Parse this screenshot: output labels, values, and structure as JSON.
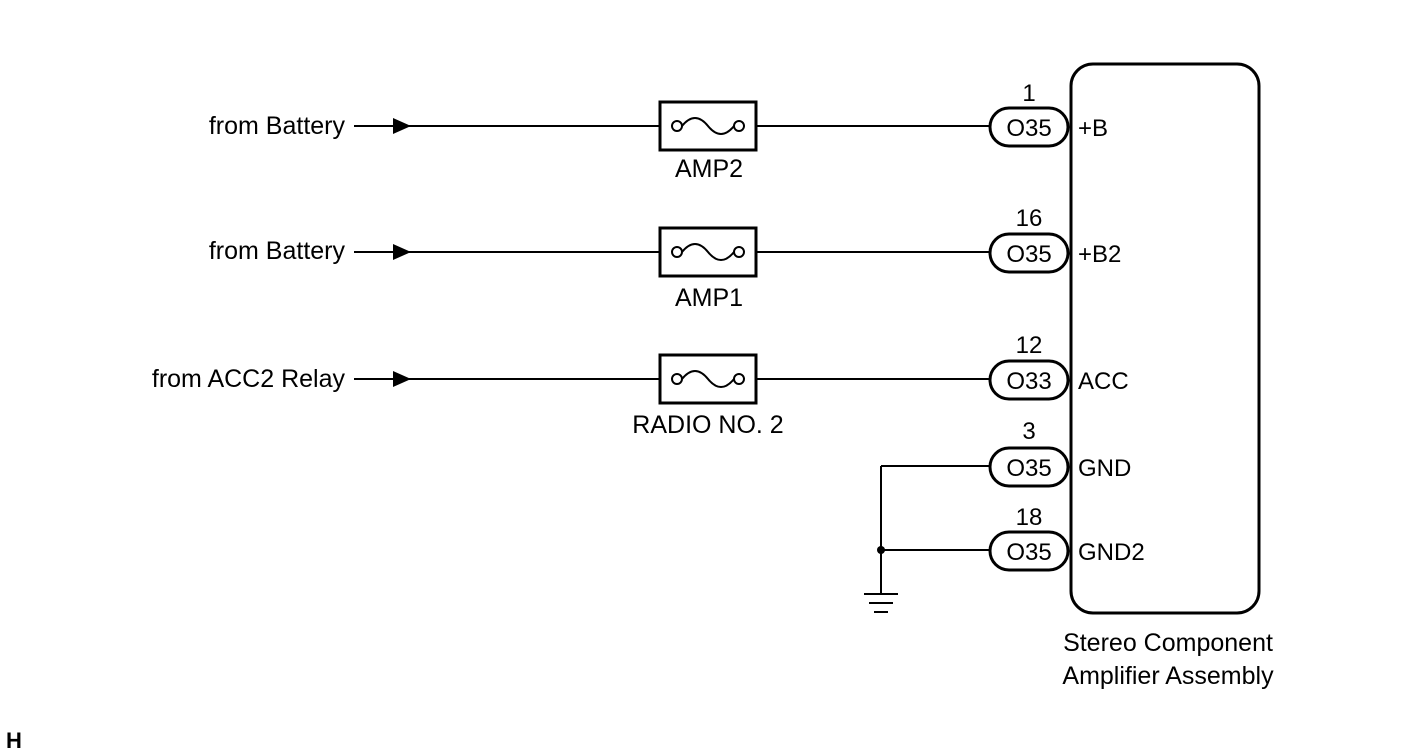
{
  "circuits": [
    {
      "source": "from Battery",
      "fuse": "AMP2",
      "pin": "1",
      "connector": "O35",
      "terminal": "+B"
    },
    {
      "source": "from Battery",
      "fuse": "AMP1",
      "pin": "16",
      "connector": "O35",
      "terminal": "+B2"
    },
    {
      "source": "from ACC2 Relay",
      "fuse": "RADIO NO. 2",
      "pin": "12",
      "connector": "O33",
      "terminal": "ACC"
    }
  ],
  "grounds": [
    {
      "pin": "3",
      "connector": "O35",
      "terminal": "GND"
    },
    {
      "pin": "18",
      "connector": "O35",
      "terminal": "GND2"
    }
  ],
  "component": {
    "line1": "Stereo Component",
    "line2": "Amplifier Assembly"
  },
  "corner_label": "H"
}
